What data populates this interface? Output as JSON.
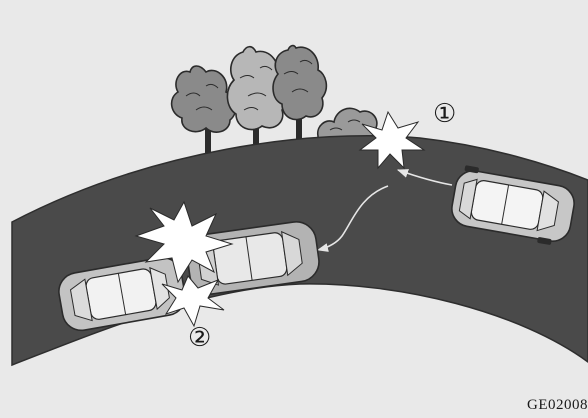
{
  "markers": {
    "first": "①",
    "second": "②"
  },
  "figure_code": "GE02008",
  "colors": {
    "background": "#e9e9e9",
    "road": "#4a4a4a",
    "tree": "#8a8a8a",
    "car_body": "#c7c7c7",
    "impact_burst": "#ffffff"
  },
  "icons": [
    "tree-icon",
    "car-icon",
    "impact-burst-icon",
    "trajectory-arrow-icon"
  ]
}
